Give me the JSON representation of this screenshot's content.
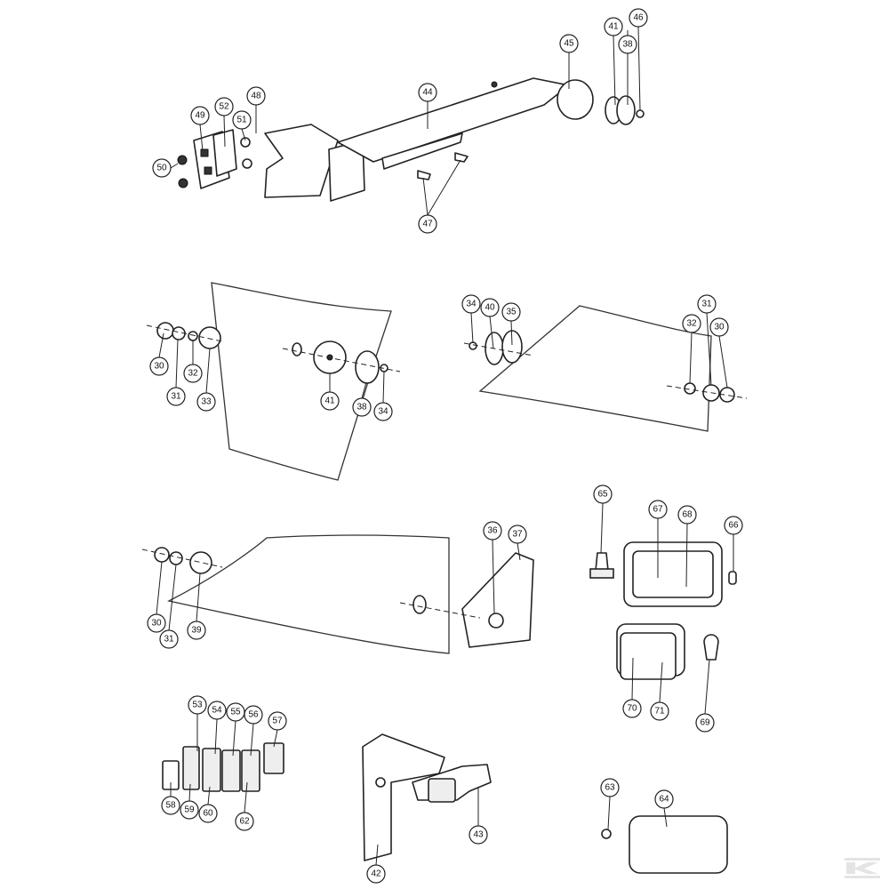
{
  "diagram": {
    "title": "Parts diagram - cab mirrors, lights and switches",
    "callouts": {
      "c49": "49",
      "c52": "52",
      "c48": "48",
      "c51": "51",
      "c50": "50",
      "c44": "44",
      "c45": "45",
      "c41a": "41",
      "c38a": "38",
      "c46": "46",
      "c47": "47",
      "c30a": "30",
      "c31a": "31",
      "c32a": "32",
      "c33": "33",
      "c41b": "41",
      "c38b": "38",
      "c34a": "34",
      "c34b": "34",
      "c40": "40",
      "c35": "35",
      "c32b": "32",
      "c31b": "31",
      "c30b": "30",
      "c30c": "30",
      "c31c": "31",
      "c39": "39",
      "c36": "36",
      "c37": "37",
      "c65": "65",
      "c67": "67",
      "c68": "68",
      "c66": "66",
      "c70": "70",
      "c71": "71",
      "c69": "69",
      "c53": "53",
      "c54": "54",
      "c55": "55",
      "c56": "56",
      "c57": "57",
      "c58": "58",
      "c59": "59",
      "c60": "60",
      "c62": "62",
      "c43": "43",
      "c42": "42",
      "c63": "63",
      "c64": "64"
    },
    "logo_text": "K"
  }
}
